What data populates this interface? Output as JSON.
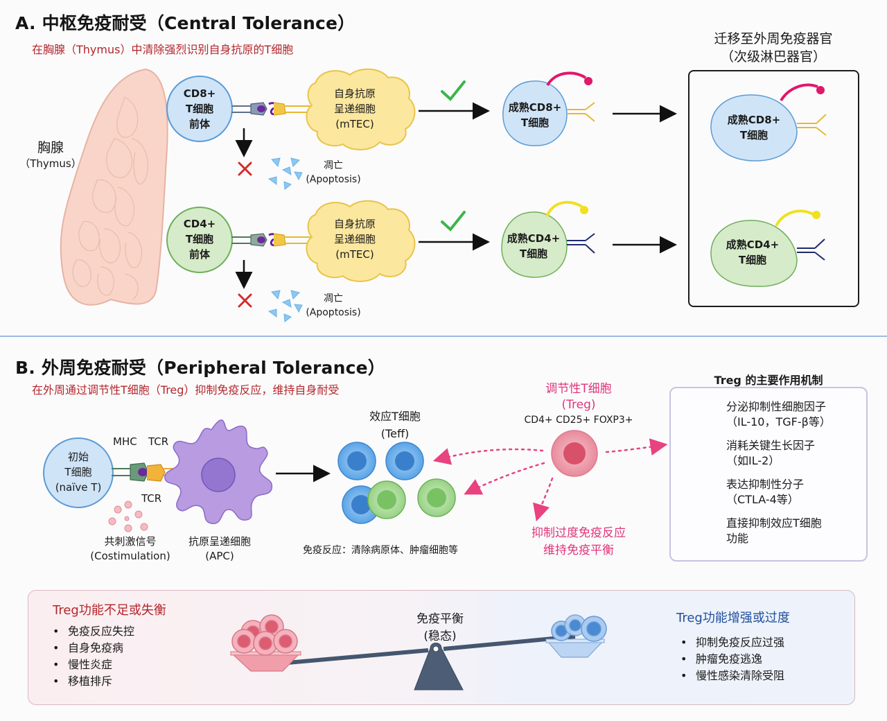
{
  "sectionA": {
    "title": "A. 中枢免疫耐受（Central Tolerance）",
    "subtitle": "在胸腺（Thymus）中清除强烈识别自身抗原的T细胞",
    "thymus": {
      "label": "胸腺",
      "label_en": "（Thymus）"
    },
    "migration": {
      "title": "迁移至外周免疫器官",
      "subtitle": "（次级淋巴器官）"
    },
    "rows": [
      {
        "precursor": [
          "CD8+",
          "T细胞",
          "前体"
        ],
        "mtec": [
          "自身抗原",
          "呈递细胞",
          "(mTEC)"
        ],
        "apoptosis": [
          "凋亡",
          "(Apoptosis)"
        ],
        "mature": [
          "成熟CD8+",
          "T细胞"
        ],
        "migrated": [
          "成熟CD8+",
          "T细胞"
        ],
        "cell_color": "#cfe4f7",
        "cell_stroke": "#5b9bd5",
        "receptor_color": "#e8b830",
        "coreceptor_color": "#e0186a"
      },
      {
        "precursor": [
          "CD4+",
          "T细胞",
          "前体"
        ],
        "mtec": [
          "自身抗原",
          "呈递细胞",
          "(mTEC)"
        ],
        "apoptosis": [
          "凋亡",
          "(Apoptosis)"
        ],
        "mature": [
          "成熟CD4+",
          "T细胞"
        ],
        "migrated": [
          "成熟CD4+",
          "T细胞"
        ],
        "cell_color": "#d6ebc9",
        "cell_stroke": "#6fae5a",
        "receptor_color": "#1d2a6b",
        "coreceptor_color": "#f0e020"
      }
    ]
  },
  "sectionB": {
    "title": "B. 外周免疫耐受（Peripheral Tolerance）",
    "subtitle": "在外周通过调节性T细胞（Treg）抑制免疫反应，维持自身耐受",
    "naive": [
      "初始",
      "T细胞",
      "(naïve T)"
    ],
    "mhc_label": "MHC",
    "tcr_label_top": "TCR",
    "tcr_label_bottom": "TCR",
    "costim": [
      "共刺激信号",
      "(Costimulation)"
    ],
    "apc": [
      "抗原呈递细胞",
      "(APC)"
    ],
    "teff": [
      "效应T细胞",
      "(Teff)"
    ],
    "immune_response": "免疫反应：清除病原体、肿瘤细胞等",
    "treg": {
      "name": "调节性T细胞",
      "abbr": "(Treg)",
      "markers": "CD4+ CD25+ FOXP3+"
    },
    "suppress": [
      "抑制过度免疫反应",
      "维持免疫平衡"
    ],
    "mechanisms": {
      "title": "Treg 的主要作用机制",
      "items": [
        {
          "icon": "cytokine-icon",
          "lines": [
            "分泌抑制性细胞因子",
            "（IL-10，TGF-β等）"
          ]
        },
        {
          "icon": "growth-factor-icon",
          "lines": [
            "消耗关键生长因子",
            "（如IL-2）"
          ]
        },
        {
          "icon": "receptor-icon",
          "lines": [
            "表达抑制性分子",
            "（CTLA-4等）"
          ]
        },
        {
          "icon": "cell-suppression-icon",
          "lines": [
            "直接抑制效应T细胞",
            "功能"
          ]
        }
      ]
    },
    "balance": {
      "center": [
        "免疫平衡",
        "(稳态)"
      ],
      "left": {
        "title": "Treg功能不足或失衡",
        "items": [
          "免疫反应失控",
          "自身免疫病",
          "慢性炎症",
          "移植排斥"
        ]
      },
      "right": {
        "title": "Treg功能增强或过度",
        "items": [
          "抑制免疫反应过强",
          "肿瘤免疫逃逸",
          "慢性感染清除受阻"
        ]
      }
    }
  },
  "colors": {
    "red_text": "#b3262b",
    "pink_text": "#e0357a",
    "blue_text": "#1f4e9c",
    "check": "#3bb54a",
    "cross": "#d62a2a"
  }
}
